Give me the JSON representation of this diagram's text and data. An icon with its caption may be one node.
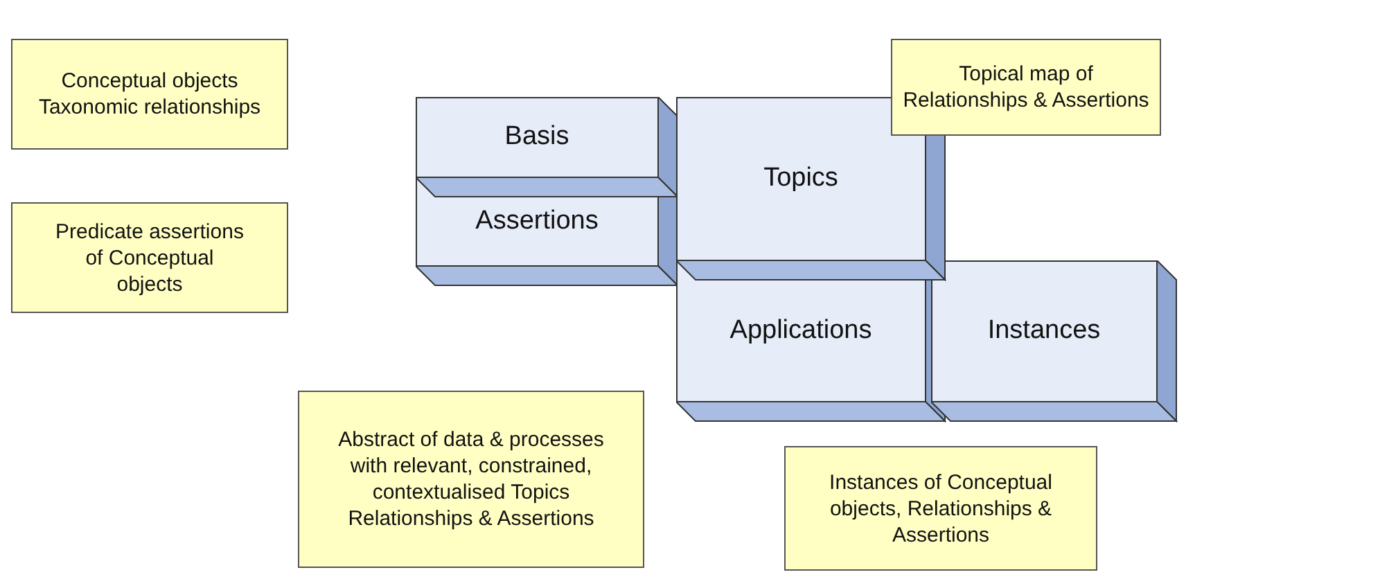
{
  "diagram": {
    "nodes": [
      {
        "text": [
          "Conceptual objects Taxonomic relationships"
        ]
      },
      {
        "text": [
          "Basis"
        ]
      },
      {
        "text": [
          "Topics"
        ]
      },
      {
        "text": [
          "Topical map of Relationships & Assertions"
        ]
      },
      {
        "text": [
          "Assertions"
        ]
      },
      {
        "text": [
          "Predicate assertions of Conceptual objects"
        ]
      },
      {
        "text": [
          "Applications"
        ]
      },
      {
        "text": [
          "Instances"
        ]
      },
      {
        "text": [
          "Abstract of data & processes with relevant, constrained, contextualised Topics Relationships & Assertions"
        ]
      },
      {
        "text": [
          "Instances of Conceptual objects, Relationships & Assertions"
        ]
      }
    ],
    "edges": []
  }
}
